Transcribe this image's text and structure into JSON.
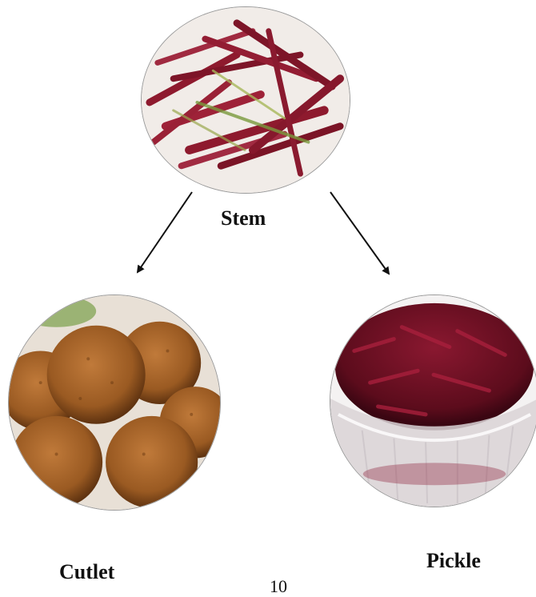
{
  "diagram": {
    "nodes": [
      {
        "id": "stem",
        "label": "Stem",
        "image": "cut-red-stems-photo"
      },
      {
        "id": "cutlet",
        "label": "Cutlet",
        "image": "fried-cutlets-photo"
      },
      {
        "id": "pickle",
        "label": "Pickle",
        "image": "red-pickle-bowl-photo"
      }
    ],
    "edges": [
      {
        "from": "stem",
        "to": "cutlet"
      },
      {
        "from": "stem",
        "to": "pickle"
      }
    ]
  },
  "labels": {
    "stem": "Stem",
    "cutlet": "Cutlet",
    "pickle": "Pickle"
  },
  "page_number": "10",
  "colors": {
    "stem_red": "#8e1a2e",
    "stem_green": "#7a9a3c",
    "cutlet_brown": "#9a5a22",
    "pickle_maroon": "#6e0f22",
    "arrow": "#111111"
  }
}
